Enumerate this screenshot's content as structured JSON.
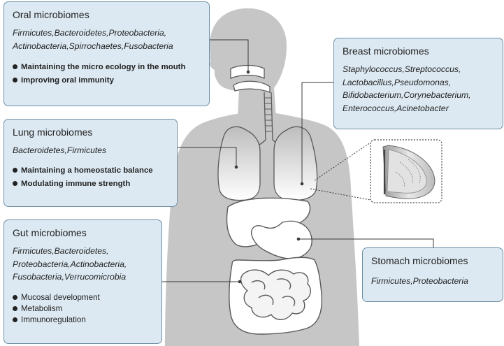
{
  "oral": {
    "title": "Oral microbiomes",
    "species": [
      "Firmicutes,Bacteroidetes,Proteobacteria,",
      "Actinobacteria,Spirrochaetes,Fusobacteria"
    ],
    "functions": [
      "Maintaining the micro ecology in the mouth",
      "Improving oral immunity"
    ]
  },
  "lung": {
    "title": "Lung microbiomes",
    "species": [
      "Bacteroidetes,Firmicutes"
    ],
    "functions": [
      "Maintaining a homeostatic balance",
      "Modulating immune strength"
    ]
  },
  "gut": {
    "title": "Gut microbiomes",
    "species": [
      "Firmicutes,Bacteroidetes,",
      "Proteobacteria,Actinobacteria,",
      "Fusobacteria,Verrucomicrobia"
    ],
    "functions": [
      "Mucosal development",
      "Metabolism",
      "Immunoregulation"
    ]
  },
  "breast": {
    "title": "Breast microbiomes",
    "species": [
      "Staphylococcus,Streptococcus,",
      "Lactobacillus,Pseudomonas,",
      "Bifidobacterium,Corynebacterium,",
      "Enterococcus,Acinetobacter"
    ]
  },
  "stomach": {
    "title": "Stomach microbiomes",
    "species": [
      "Firmicutes,Proteobacteria"
    ]
  },
  "colors": {
    "box_fill": "#dce9f2",
    "box_border": "#6f8fa6",
    "body_fill": "#c6c6c6",
    "organ_fill": "#ffffff",
    "organ_stroke": "#5a5a5a",
    "connector": "#3a3a3a"
  }
}
